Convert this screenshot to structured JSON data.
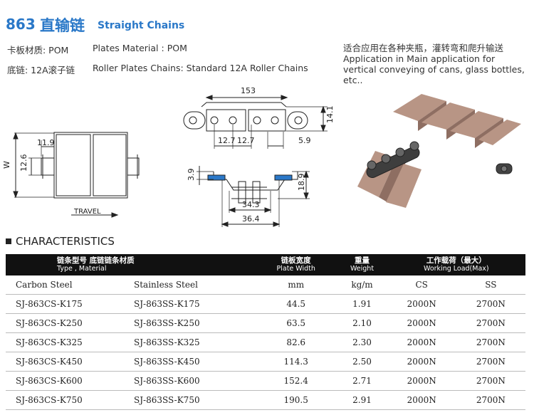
{
  "header": {
    "model_number": "863",
    "title_cn": "直输链",
    "title_en": "Straight Chains"
  },
  "specs": {
    "plate_material_cn_label": "卡板材质: POM",
    "plate_material_en": "Plates Material : POM",
    "chain_cn_label": "底链:  12A滚子链",
    "chain_en": "Roller Plates Chains: Standard 12A Roller Chains"
  },
  "application": {
    "cn": "适合应用在各种夹瓶，灌转弯和爬升输送",
    "en": "Application in Main application for vertical conveying of cans, glass bottles, etc.."
  },
  "drawing": {
    "top_view": {
      "dim_11_9": "11.9",
      "dim_12_6": "12.6",
      "dim_w": "W",
      "travel": "TRAVEL"
    },
    "side_view": {
      "dim_153": "153",
      "dim_14_1": "14.1",
      "dim_12_7a": "12.7",
      "dim_12_7b": "12.7",
      "dim_5_9": "5.9"
    },
    "front_view": {
      "dim_3_9": "3.9",
      "dim_18_9": "18.9",
      "dim_34_3": "34.3",
      "dim_36_4": "36.4"
    }
  },
  "characteristics": {
    "heading": "CHARACTERISTICS",
    "columns": {
      "type_cn": "链条型号 底链链条材质",
      "type_en": "Type , Material",
      "width_cn": "链板宽度",
      "width_en": "Plate Width",
      "weight_cn": "重量",
      "weight_en": "Weight",
      "load_cn": "工作载荷（最大）",
      "load_en": "Working Load(Max)"
    },
    "subheader": {
      "carbon": "Carbon Steel",
      "stainless": "Stainless Steel",
      "width_unit": "mm",
      "weight_unit": "kg/m",
      "cs": "CS",
      "ss": "SS"
    },
    "rows": [
      {
        "carbon": "SJ-863CS-K175",
        "stainless": "SJ-863SS-K175",
        "width": "44.5",
        "weight": "1.91",
        "cs": "2000N",
        "ss": "2700N"
      },
      {
        "carbon": "SJ-863CS-K250",
        "stainless": "SJ-863SS-K250",
        "width": "63.5",
        "weight": "2.10",
        "cs": "2000N",
        "ss": "2700N"
      },
      {
        "carbon": "SJ-863CS-K325",
        "stainless": "SJ-863SS-K325",
        "width": "82.6",
        "weight": "2.30",
        "cs": "2000N",
        "ss": "2700N"
      },
      {
        "carbon": "SJ-863CS-K450",
        "stainless": "SJ-863SS-K450",
        "width": "114.3",
        "weight": "2.50",
        "cs": "2000N",
        "ss": "2700N"
      },
      {
        "carbon": "SJ-863CS-K600",
        "stainless": "SJ-863SS-K600",
        "width": "152.4",
        "weight": "2.71",
        "cs": "2000N",
        "ss": "2700N"
      },
      {
        "carbon": "SJ-863CS-K750",
        "stainless": "SJ-863SS-K750",
        "width": "190.5",
        "weight": "2.91",
        "cs": "2000N",
        "ss": "2700N"
      }
    ]
  }
}
